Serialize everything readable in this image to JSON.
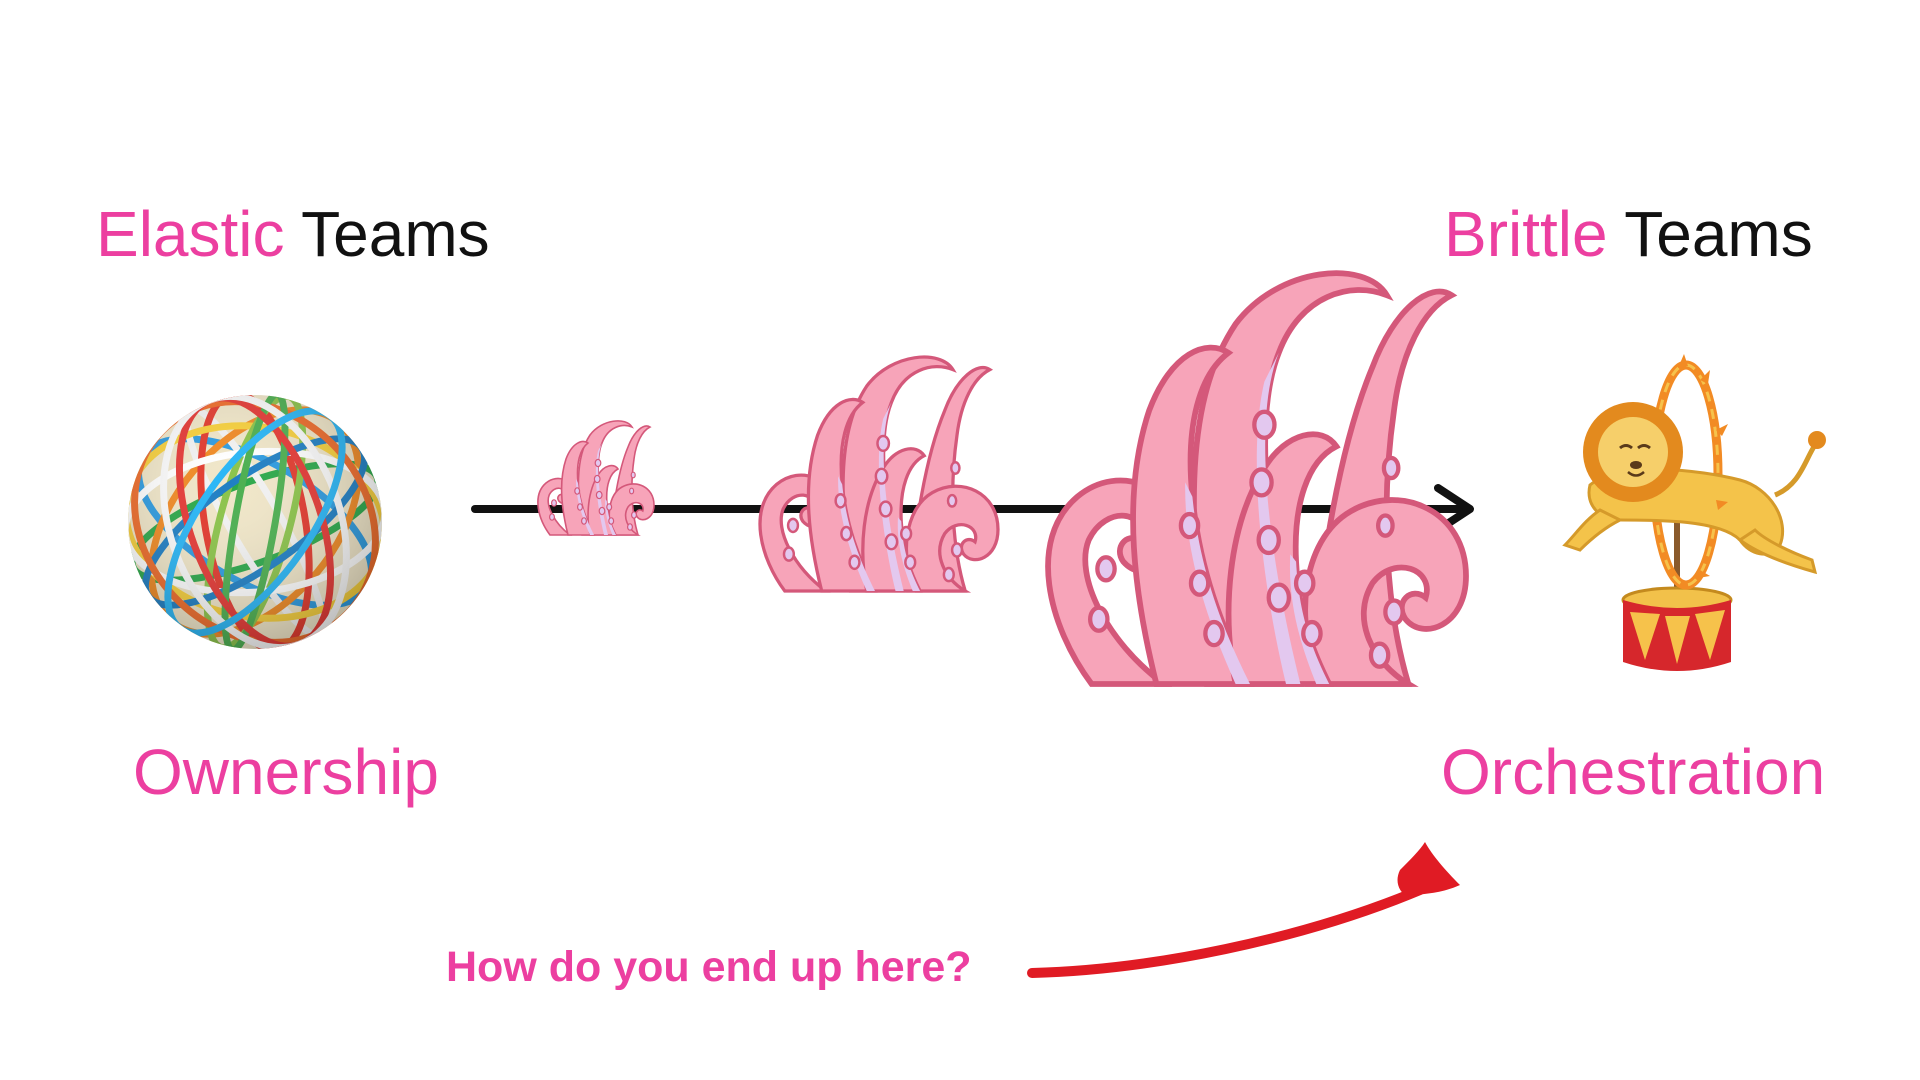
{
  "left_heading": {
    "accent": "Elastic",
    "rest": "Teams"
  },
  "right_heading": {
    "accent": "Brittle",
    "rest": "Teams"
  },
  "left_label": "Ownership",
  "right_label": "Orchestration",
  "question": "How do you end up here?",
  "colors": {
    "accent_pink": "#ec3fa0",
    "tentacle_pink": "#f7a4b9",
    "tentacle_outline": "#d4587a",
    "sucker_lilac": "#e3c8ef",
    "red_arrow": "#e01b24",
    "timeline_black": "#111111"
  },
  "icons": [
    "rubber-band-ball-icon",
    "tentacles-small-icon",
    "tentacles-medium-icon",
    "tentacles-large-icon",
    "circus-lion-icon"
  ]
}
